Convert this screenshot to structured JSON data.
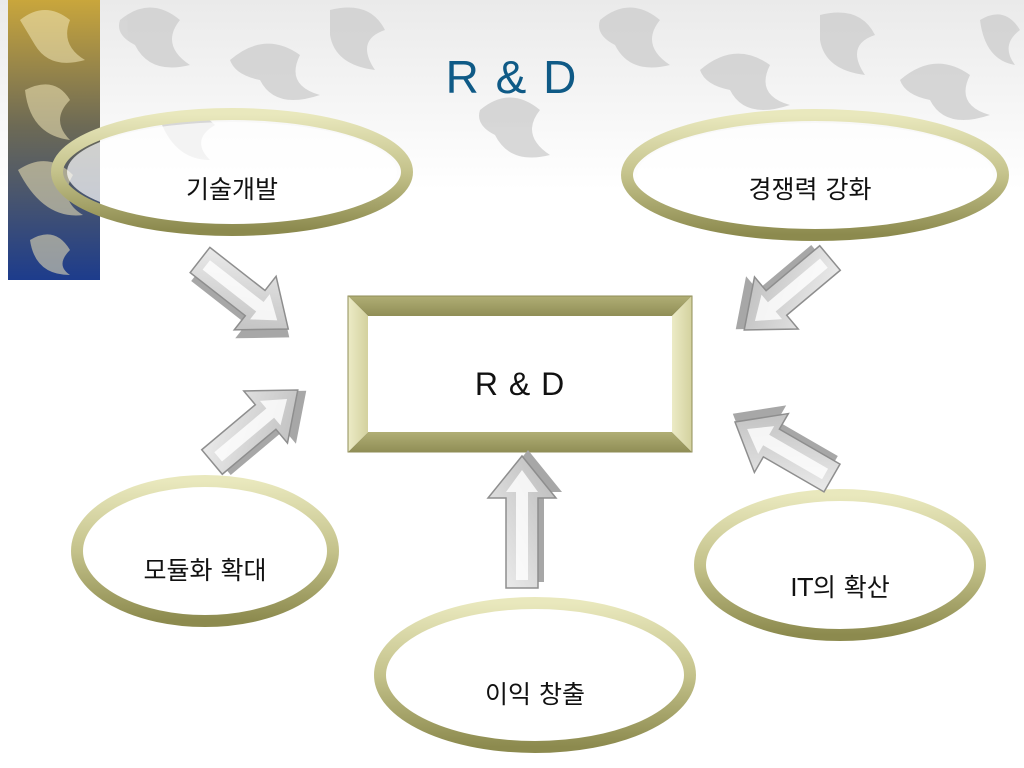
{
  "title": "R & D",
  "center_box": {
    "label": "R & D"
  },
  "nodes": [
    {
      "label": "기술개발"
    },
    {
      "label": "경쟁력 강화"
    },
    {
      "label": "모듈화 확대"
    },
    {
      "label": "IT의 확산"
    },
    {
      "label": "이익 창출"
    }
  ],
  "colors": {
    "title": "#0f5a86",
    "ring_light": "#e6e5b7",
    "ring_dark": "#8c8a4e",
    "box_frame": "#c9c894",
    "arrow_face": "#dcdcdc",
    "arrow_shadow": "#a9a9a9"
  }
}
